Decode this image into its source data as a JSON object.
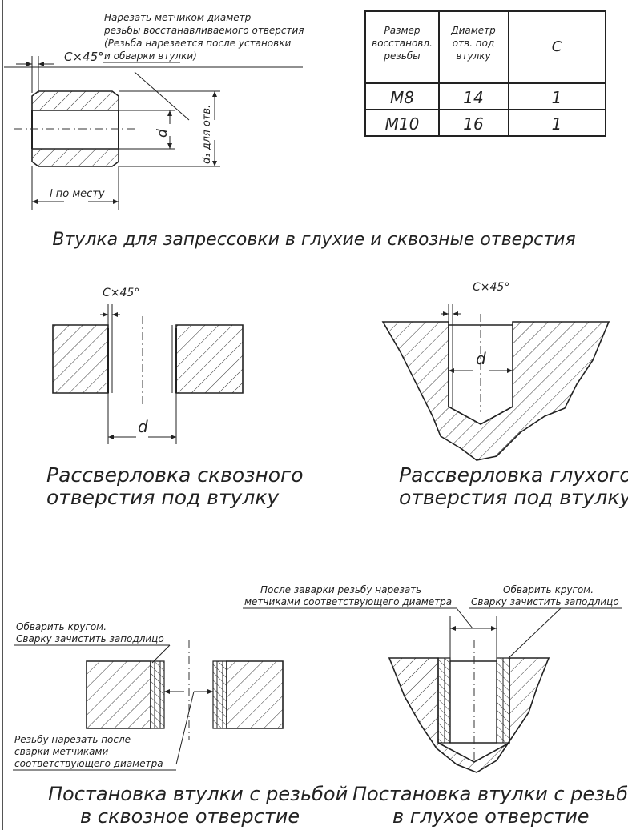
{
  "top": {
    "note_line1": "Нарезать метчиком диаметр",
    "note_line2": "резьбы восстанавливаемого отверстия",
    "note_line3": "(Резьба нарезается после установки",
    "note_line4": "и обварки втулки)",
    "chamfer": "C×45°",
    "dim_d": "d",
    "dim_d1": "d₁ для отв.",
    "dim_l": "l по месту"
  },
  "table": {
    "headers": [
      [
        "Размер",
        "восстановл.",
        "резьбы"
      ],
      [
        "Диаметр",
        "отв. под",
        "втулку"
      ],
      [
        "C"
      ]
    ],
    "rows": [
      [
        "M8",
        "14",
        "1"
      ],
      [
        "M10",
        "16",
        "1"
      ]
    ]
  },
  "title_bushing": "Втулка для запрессовки в глухие и сквозные отверстия",
  "drill_through": {
    "chamfer": "C×45°",
    "dim": "d",
    "caption1": "Рассверловка сквозного",
    "caption2": "отверстия под втулку"
  },
  "drill_blind": {
    "chamfer": "C×45°",
    "dim": "d",
    "caption1": "Рассверловка глухого",
    "caption2": "отверстия под втулку"
  },
  "thread_through": {
    "note_top1": "Обварить кругом.",
    "note_top2": "Сварку зачистить заподлицо",
    "note_bottom1": "Резьбу нарезать после",
    "note_bottom2": "сварки метчиками",
    "note_bottom3": "соответствующего диаметра",
    "caption1": "Постановка втулки с резьбой",
    "caption2": "в сквозное отверстие"
  },
  "thread_blind": {
    "note_left1": "После заварки резьбу нарезать",
    "note_left2": "метчиками соответствующего диаметра",
    "note_right1": "Обварить кругом.",
    "note_right2": "Сварку зачистить заподлицо",
    "caption1": "Постановка втулки с резьбой",
    "caption2": "в глухое отверстие"
  }
}
